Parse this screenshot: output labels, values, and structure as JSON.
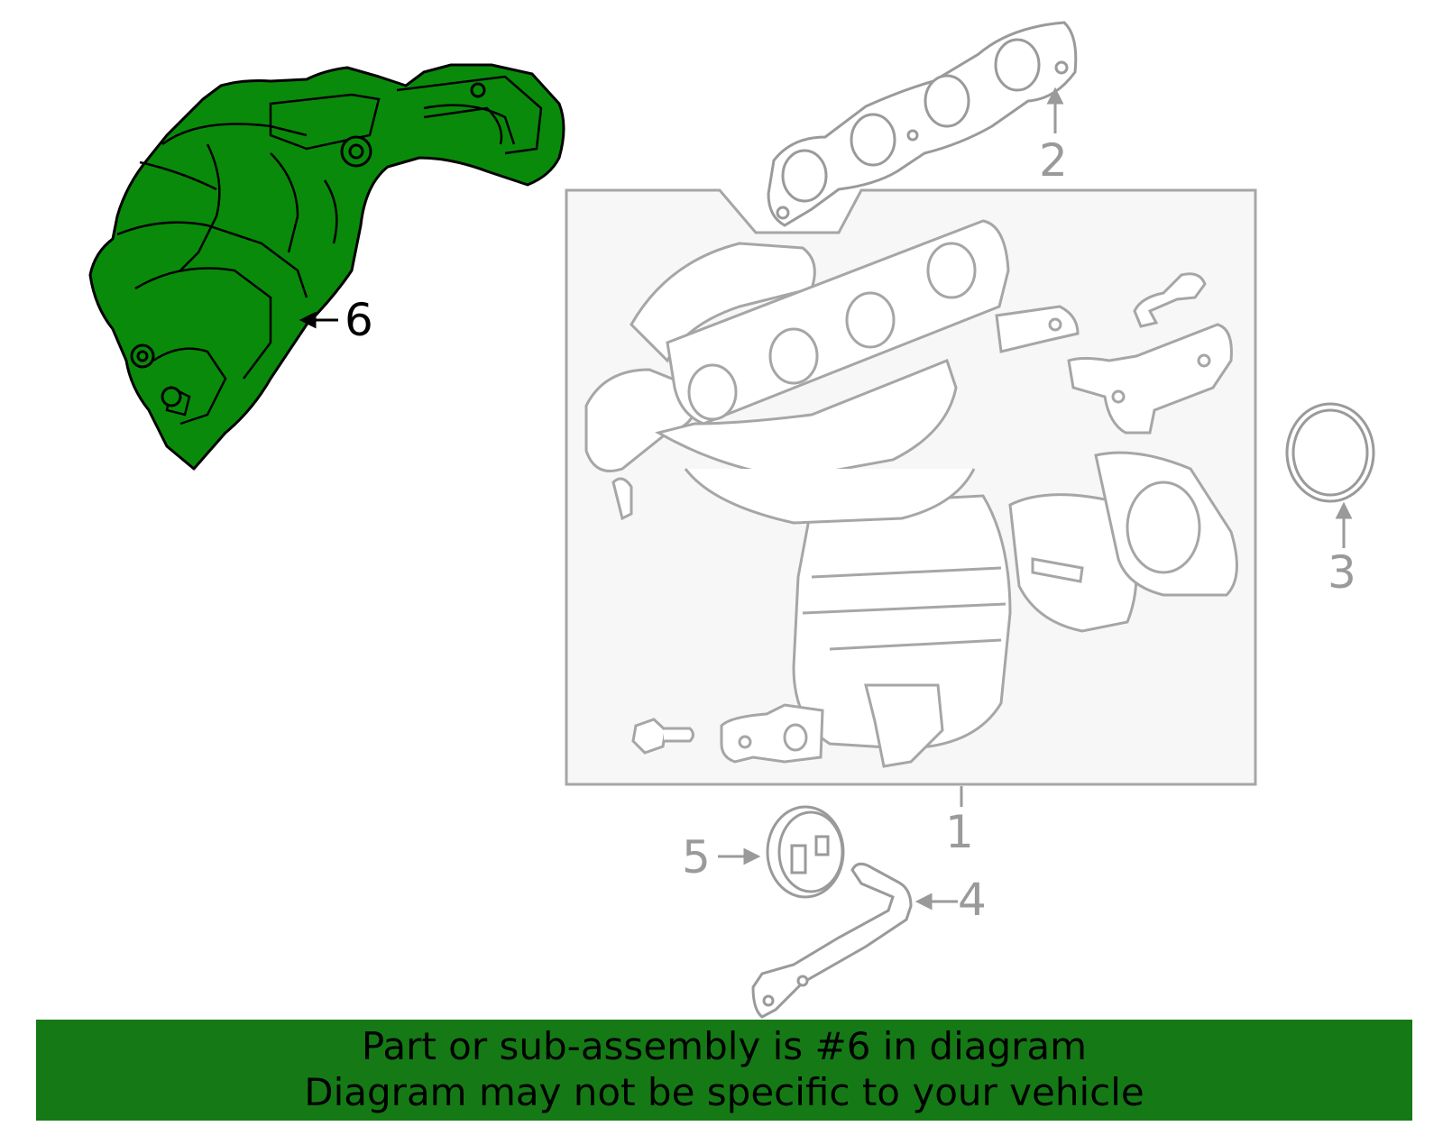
{
  "callouts": {
    "c1": "1",
    "c2": "2",
    "c3": "3",
    "c4": "4",
    "c5": "5",
    "c6": "6"
  },
  "highlight": {
    "part_number": "6",
    "fill_color": "#0a8a0a",
    "outline_color": "#000000"
  },
  "colors": {
    "line_gray": "#9a9a9a",
    "box_fill": "#f7f7f7",
    "banner_bg": "#157a15"
  },
  "banner": {
    "line1": "Part or sub-assembly is #6 in diagram",
    "line2": "Diagram may not be specific to your vehicle"
  }
}
